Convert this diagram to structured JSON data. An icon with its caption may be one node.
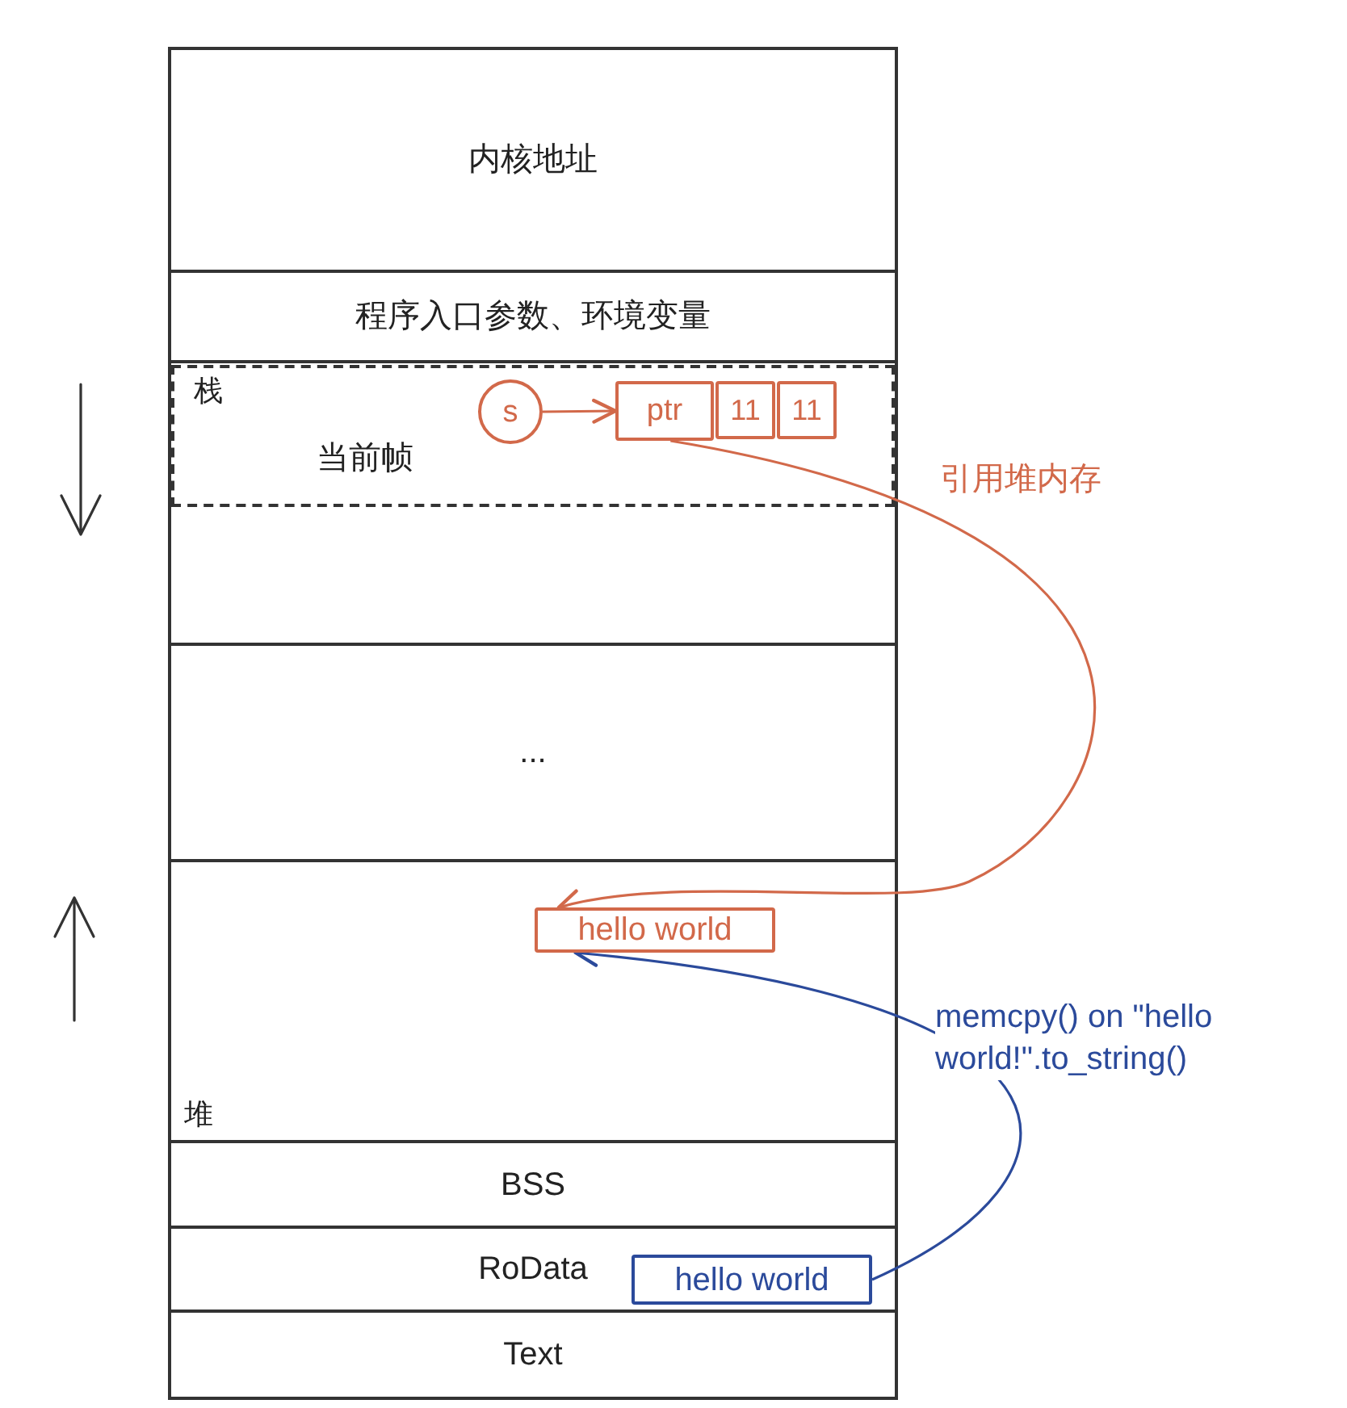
{
  "diagram": {
    "nodes": [
      {
        "text": [
          "内核地址"
        ]
      },
      {
        "text": [
          "程序入口参数、环境变量"
        ]
      },
      {
        "text": [],
        "shape": "box"
      },
      {
        "text": [
          "栈",
          "当前帧"
        ],
        "in": 2
      },
      {
        "text": [
          "s"
        ],
        "in": 3
      },
      {
        "text": [
          "ptr"
        ],
        "in": 3
      },
      {
        "text": [
          "11"
        ],
        "in": 3
      },
      {
        "text": [
          "11"
        ],
        "in": 3
      },
      {
        "text": [
          "..."
        ]
      },
      {
        "text": [
          "堆"
        ]
      },
      {
        "text": [
          "hello world"
        ],
        "in": 9
      },
      {
        "text": [
          "BSS"
        ]
      },
      {
        "text": [
          "RoData"
        ]
      },
      {
        "text": [
          "hello world"
        ],
        "in": 12
      },
      {
        "text": [
          "Text"
        ]
      }
    ],
    "edges": [
      {
        "from": 4,
        "to": 5,
        "arrow": "to"
      },
      {
        "from": 5,
        "to": 10,
        "arrow": "to",
        "label": "引用堆内存"
      },
      {
        "from": 13,
        "to": 10,
        "arrow": "to",
        "label": "memcpy() on \"hello world!\".to_string()",
        "color": "#2b4a9b"
      }
    ]
  }
}
